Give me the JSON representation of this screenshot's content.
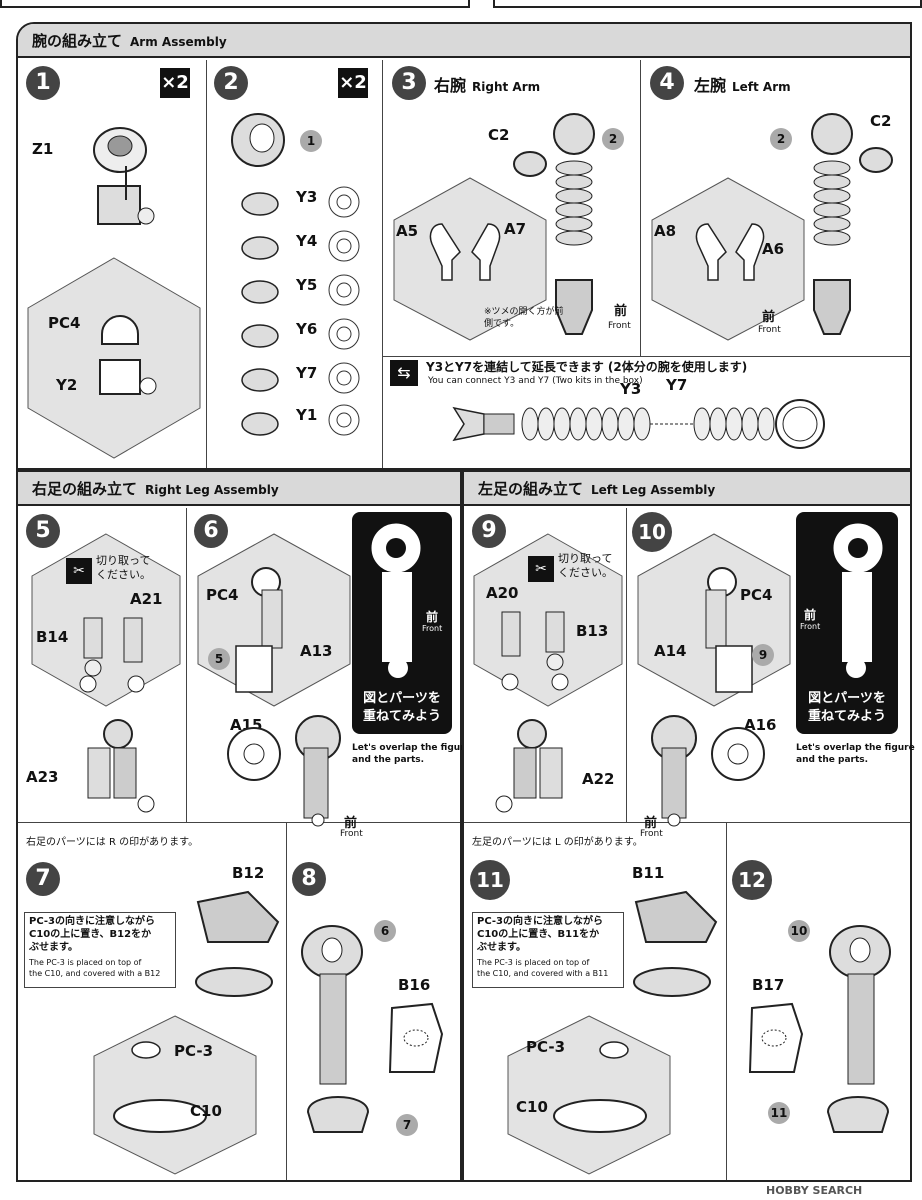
{
  "arm_section": {
    "title_jp": "腕の組み立て",
    "title_en": "Arm Assembly",
    "step1": {
      "num": "1",
      "multiplier": "×2",
      "parts": [
        "Z1",
        "PC4",
        "Y2"
      ]
    },
    "step2": {
      "num": "2",
      "multiplier": "×2",
      "parts": [
        "Y3",
        "Y4",
        "Y5",
        "Y6",
        "Y7",
        "Y1"
      ],
      "ref": "1"
    },
    "step3": {
      "num": "3",
      "title_jp": "右腕",
      "title_en": "Right Arm",
      "parts": [
        "C2",
        "A5",
        "A7"
      ],
      "ref": "2",
      "note": "※ツメの開く方が前側です。",
      "front_jp": "前",
      "front_en": "Front"
    },
    "step4": {
      "num": "4",
      "title_jp": "左腕",
      "title_en": "Left Arm",
      "parts": [
        "C2",
        "A8",
        "A6"
      ],
      "ref": "2",
      "front_jp": "前",
      "front_en": "Front"
    },
    "extension": {
      "jp": "Y3とY7を連結して延長できます (2体分の腕を使用します)",
      "en": "You can connect Y3 and Y7  (Two kits in the box)",
      "y3": "Y3",
      "y7": "Y7"
    }
  },
  "right_leg_section": {
    "title_jp": "右足の組み立て",
    "title_en": "Right Leg Assembly",
    "step5": {
      "num": "5",
      "cut_jp": "切り取って\nください。",
      "parts": [
        "B14",
        "A21",
        "A23"
      ],
      "mark": "R",
      "note": "右足のパーツには R の印があります。"
    },
    "step6": {
      "num": "6",
      "parts": [
        "PC4",
        "A13",
        "A15"
      ],
      "ref": "5",
      "mark": "R",
      "front_jp": "前",
      "front_en": "Front",
      "overlap_jp": "図とパーツを\n重ねてみよう",
      "overlap_en": "Let's overlap the figure\nand the parts."
    },
    "step7": {
      "num": "7",
      "parts": [
        "B12",
        "PC-3",
        "C10"
      ],
      "note_jp": "PC-3の向きに注意しながら\nC10の上に置き、B12をか\nぶせます。",
      "note_en": "The PC-3 is placed on top of\nthe C10, and covered with a B12"
    },
    "step8": {
      "num": "8",
      "parts": [
        "B16"
      ],
      "refs": [
        "6",
        "7"
      ]
    }
  },
  "left_leg_section": {
    "title_jp": "左足の組み立て",
    "title_en": "Left Leg Assembly",
    "step9": {
      "num": "9",
      "cut_jp": "切り取って\nください。",
      "parts": [
        "A20",
        "B13",
        "A22"
      ],
      "mark": "L",
      "note": "左足のパーツには L の印があります。"
    },
    "step10": {
      "num": "10",
      "parts": [
        "PC4",
        "A14",
        "A16"
      ],
      "ref": "9",
      "mark": "L",
      "front_jp": "前",
      "front_en": "Front",
      "overlap_jp": "図とパーツを\n重ねてみよう",
      "overlap_en": "Let's overlap the figure\nand the parts."
    },
    "step11": {
      "num": "11",
      "parts": [
        "B11",
        "PC-3",
        "C10"
      ],
      "note_jp": "PC-3の向きに注意しながら\nC10の上に置き、B11をか\nぶせます。",
      "note_en": "The PC-3 is placed on top of\nthe C10, and covered with a B11"
    },
    "step12": {
      "num": "12",
      "parts": [
        "B17"
      ],
      "refs": [
        "10",
        "11"
      ]
    }
  },
  "watermark": "HOBBY SEARCH"
}
